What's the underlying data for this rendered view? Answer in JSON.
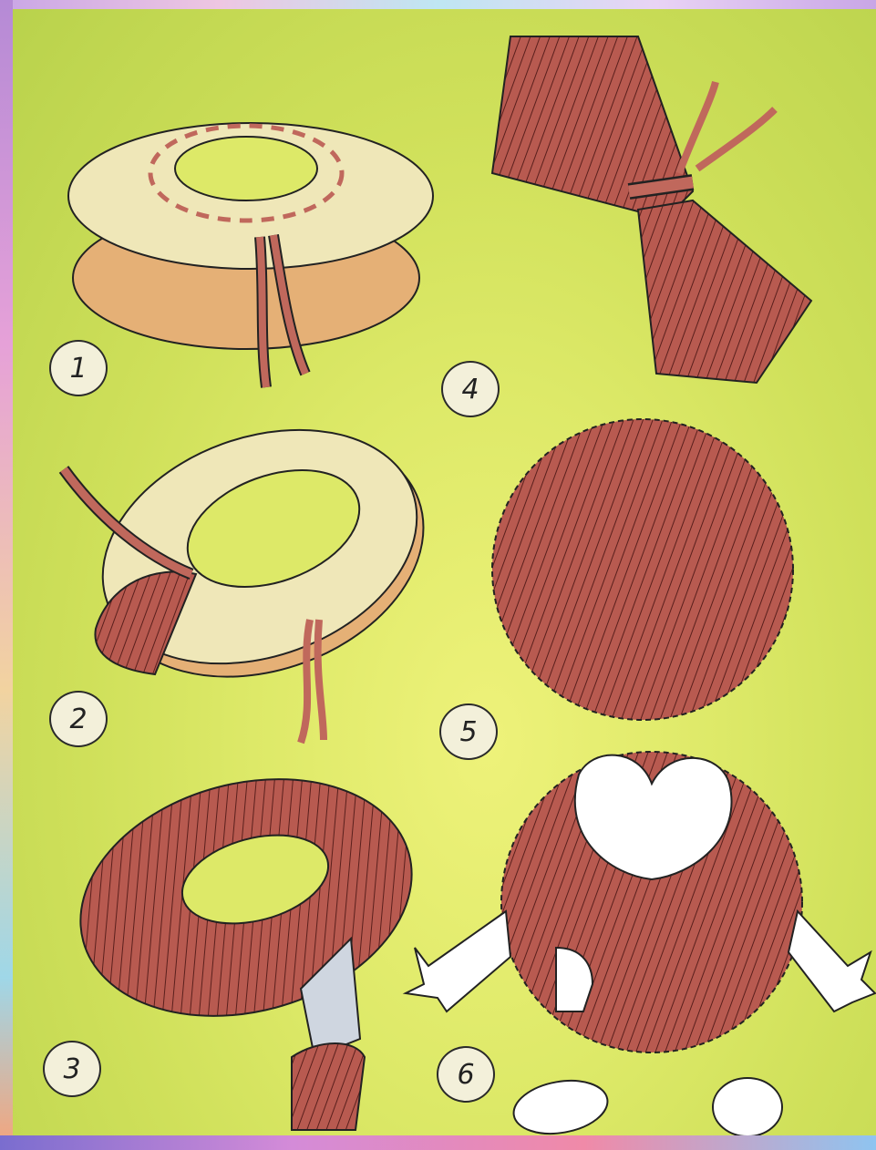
{
  "steps": [
    {
      "number": "1"
    },
    {
      "number": "2"
    },
    {
      "number": "3"
    },
    {
      "number": "4"
    },
    {
      "number": "5"
    },
    {
      "number": "6"
    }
  ],
  "colors": {
    "yarn": "#b85a50",
    "yarn_dark": "#7a2e2a",
    "cardboard": "#efe7b8",
    "cardboard_shade": "#e5b076",
    "background": "#dde968"
  }
}
